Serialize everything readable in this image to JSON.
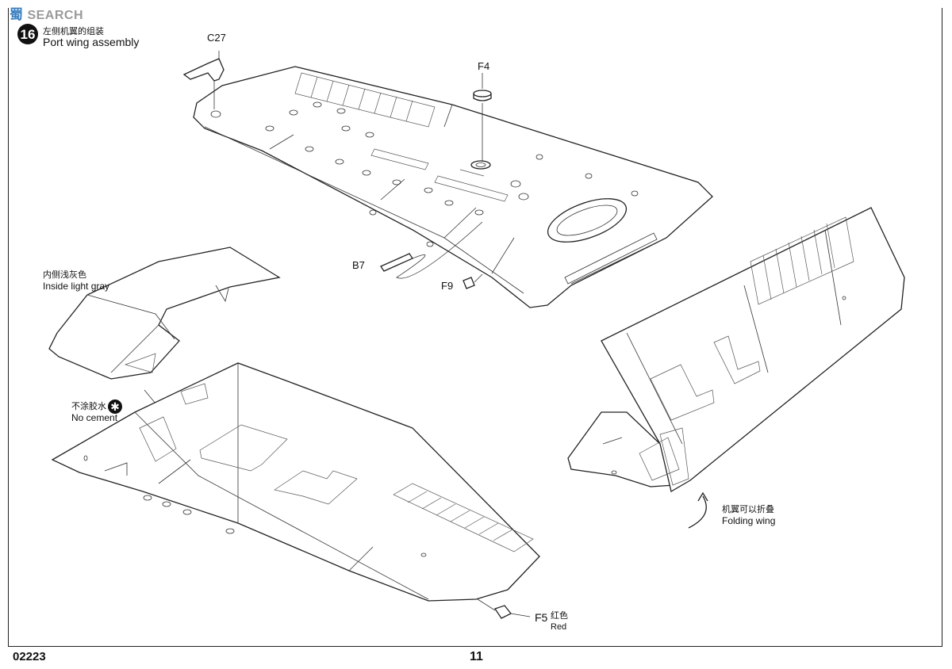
{
  "watermark": {
    "hanzi": "蜀",
    "suffix": "SEARCH"
  },
  "step": {
    "number": "16",
    "title_cn": "左侧机翼的组装",
    "title_en": "Port wing assembly"
  },
  "parts": {
    "c27": "C27",
    "f4": "F4",
    "b7": "B7",
    "f9": "F9",
    "f5": "F5"
  },
  "notes": {
    "inside_cn": "内侧浅灰色",
    "inside_en": "Inside light gray",
    "nocement_cn": "不涂胶水",
    "nocement_en": "No cement",
    "folding_cn": "机翼可以折叠",
    "folding_en": "Folding wing",
    "red_cn": "红色",
    "red_en": "Red"
  },
  "footer": {
    "code": "02223",
    "page": "11"
  },
  "icons": {
    "no_cement": "no-cement-icon",
    "fold_arrow": "curved-arrow-icon"
  }
}
